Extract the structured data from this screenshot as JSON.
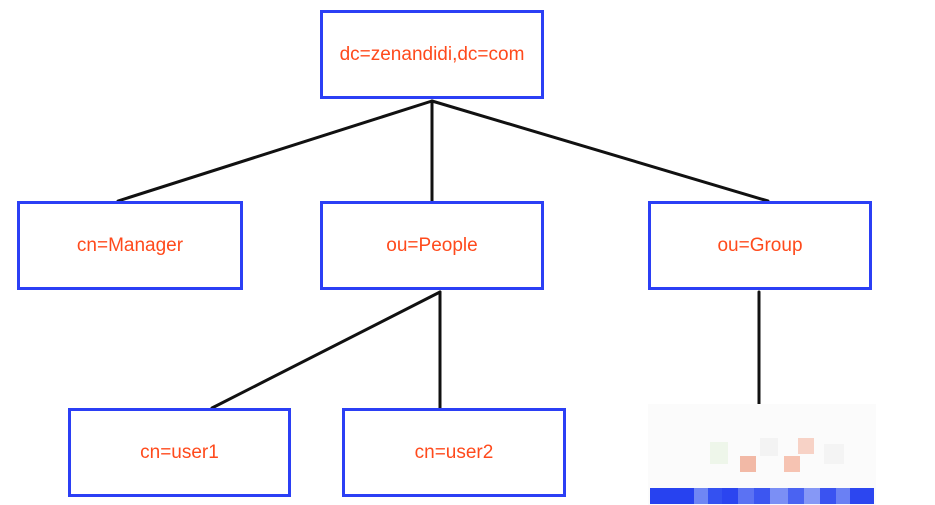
{
  "diagram": {
    "type": "tree",
    "root": {
      "label": "dc=zenandidi,dc=com"
    },
    "level1": [
      {
        "label": "cn=Manager"
      },
      {
        "label": "ou=People"
      },
      {
        "label": "ou=Group"
      }
    ],
    "level2": [
      {
        "label": "cn=user1",
        "parent": "ou=People"
      },
      {
        "label": "cn=user2",
        "parent": "ou=People"
      }
    ],
    "colors": {
      "box_border": "#2b3ff5",
      "label_text": "#ff4a1c",
      "connector": "#111111",
      "obscured_bar": "#2b3ff5"
    }
  }
}
